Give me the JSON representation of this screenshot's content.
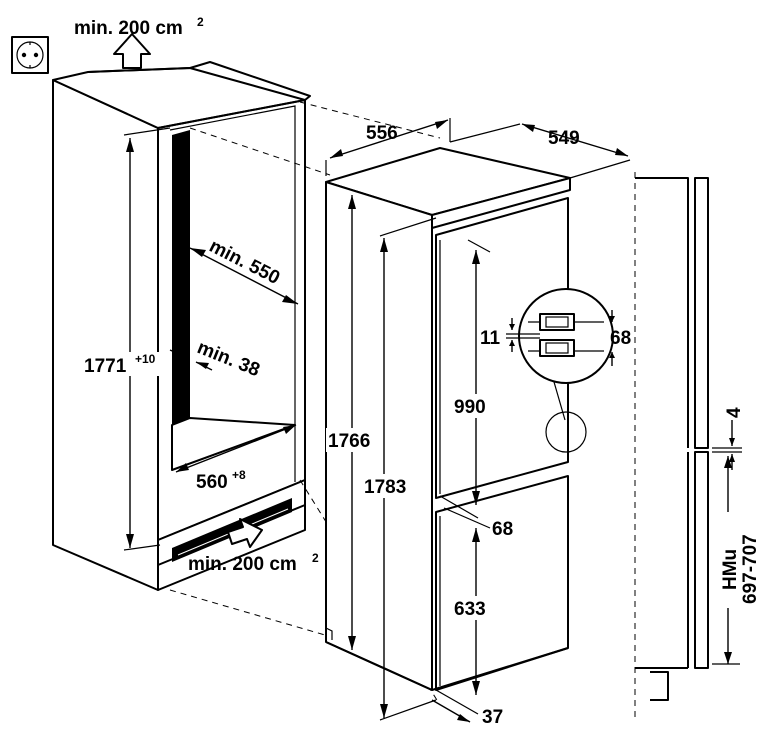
{
  "labels": {
    "vent_top": "min. 200 cm",
    "vent_top_sup": "2",
    "vent_bottom": "min. 200 cm",
    "vent_bottom_sup": "2",
    "depth_min": "min. 550",
    "niche_height": "1771",
    "niche_height_sup": "+10",
    "gap_min": "min. 38",
    "niche_width": "560",
    "niche_width_sup": "+8",
    "appliance_width": "556",
    "appliance_depth": "549",
    "height_1766": "1766",
    "height_1783": "1783",
    "door_upper": "990",
    "door_lower": "633",
    "gap_68_mid": "68",
    "hinge_11": "11",
    "hinge_68": "68",
    "bottom_37": "37",
    "side_4": "4",
    "hmu": "HMu",
    "hmu_range": "697-707"
  },
  "icons": {
    "socket": "power-socket-icon",
    "arrow_up": "airflow-up-arrow-icon",
    "arrow_in": "airflow-in-arrow-icon"
  }
}
